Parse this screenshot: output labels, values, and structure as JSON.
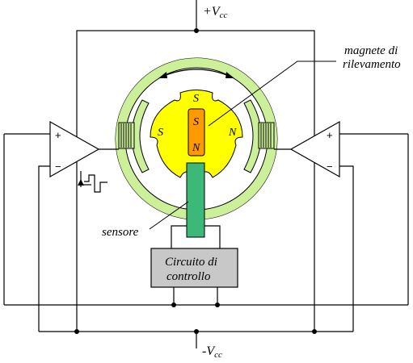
{
  "supply": {
    "positive_label": "+V",
    "positive_sub": "cc",
    "negative_label": "-V",
    "negative_sub": "cc"
  },
  "labels": {
    "magnet_line1": "magnete di",
    "magnet_line2": "rilevamento",
    "sensor": "sensore",
    "control_line1": "Circuito di",
    "control_line2": "controllo"
  },
  "poles": {
    "top": "S",
    "left": "S",
    "right": "N",
    "magnet_top": "S",
    "magnet_bottom": "N"
  },
  "amplifiers": {
    "plus_sign": "+",
    "minus_sign": "−"
  },
  "colors": {
    "stator_ring": "#ccf099",
    "rotor": "#ffff00",
    "magnet": "#ff9900",
    "sensor": "#3cb878",
    "control_box": "#c8c8c8",
    "wire": "#000000"
  }
}
